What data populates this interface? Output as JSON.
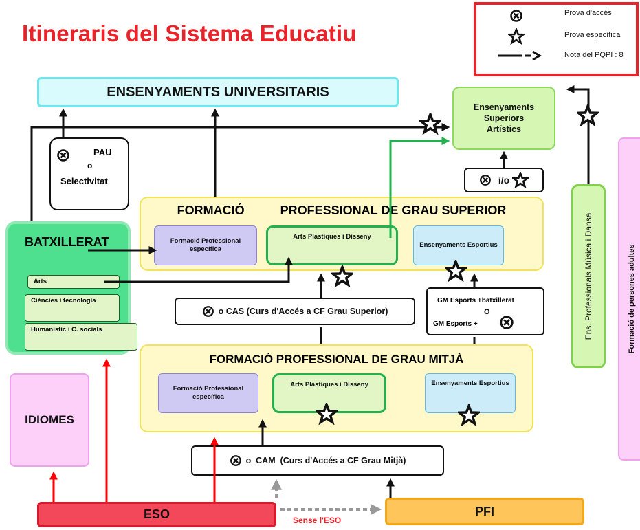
{
  "title": "Itineraris del Sistema Educatiu",
  "legend": {
    "prova_acces": "Prova d'accés",
    "prova_especifica": "Prova específica",
    "nota_pqpi": "Nota del PQPI : 8"
  },
  "boxes": {
    "universitaris": "ENSENYAMENTS UNIVERSITARIS",
    "superiors_artistics": [
      "Ensenyaments",
      "Superiors",
      "Artístics"
    ],
    "pau": {
      "label": "PAU",
      "o": "o",
      "selectivitat": "Selectivitat"
    },
    "io": "i/o",
    "fp_superior": {
      "title_a": "FORMACIÓ",
      "title_b": "PROFESSIONAL DE GRAU SUPERIOR",
      "especifica": "Formació Professional específica",
      "arts": "Arts Plàstiques i Disseny",
      "esportius": "Ensenyaments Esportius"
    },
    "batxillerat": {
      "title": "BATXILLERAT",
      "arts": "Arts",
      "ciencies": "Ciències i tecnologia",
      "humanistic": "Humanístic i C. socials"
    },
    "cas": "o CAS (Curs d'Accés a CF Grau Superior)",
    "gm_esports": {
      "line1": "GM Esports +batxillerat",
      "o": "O",
      "line2": "GM Esports +"
    },
    "fp_mitja": {
      "title": "FORMACIÓ PROFESSIONAL DE GRAU MITJÀ",
      "especifica": "Formació Professional específica",
      "arts": "Arts Plàstiques i Disseny",
      "esportius": "Ensenyaments Esportius"
    },
    "idiomes": "IDIOMES",
    "musica_dansa": "Ens. Professionals Música i Dansa",
    "persones_adultes": "Formació de persones adultes",
    "cam": "o  CAM  (Curs d'Accés a CF Grau Mitjà)",
    "eso": "ESO",
    "pfi": "PFI",
    "sense_eso": "Sense l'ESO"
  },
  "colors": {
    "title": "#e8232a",
    "universitaris": "#d9fbfd",
    "artistics": "#d6f7b3",
    "fp": "#fff9c9",
    "batxillerat": "#4ee08e",
    "idiomes": "#fcd0f9",
    "eso": "#f3475a",
    "pfi": "#fdc55a",
    "arrow_red": "#ff0000",
    "arrow_green": "#22b14c"
  },
  "icons": {
    "prova_acces": "circle-x-icon",
    "prova_especifica": "star-icon",
    "nota_pqpi": "dashed-arrow-icon"
  }
}
